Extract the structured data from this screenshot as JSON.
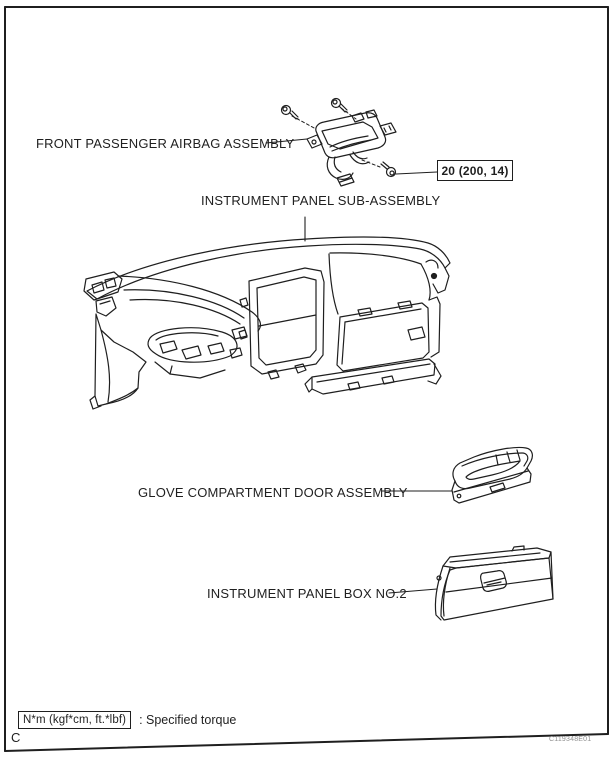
{
  "page": {
    "marker": "C",
    "figure_code": "C119348E01"
  },
  "labels": {
    "airbag": "FRONT PASSENGER AIRBAG ASSEMBLY",
    "panel": "INSTRUMENT PANEL SUB-ASSEMBLY",
    "glove_door": "GLOVE COMPARTMENT DOOR ASSEMBLY",
    "box_no2": "INSTRUMENT PANEL BOX NO.2"
  },
  "torque_callout": "20 (200, 14)",
  "legend": {
    "symbol": "N*m (kgf*cm, ft.*lbf)",
    "description": ": Specified torque"
  },
  "colors": {
    "line": "#1f1f1f",
    "figure_code_text": "#8f8f8f",
    "background": "#ffffff"
  }
}
